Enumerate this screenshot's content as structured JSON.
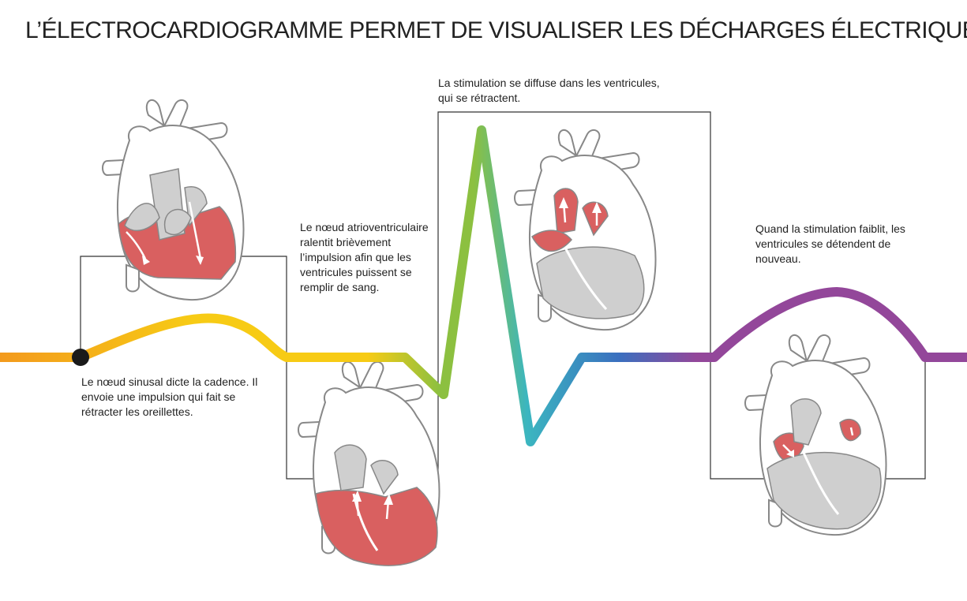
{
  "title": "L’ÉLECTROCARDIOGRAMME PERMET DE VISUALISER LES DÉCHARGES  ÉLECTRIQUES",
  "steps": [
    {
      "caption": "Le nœud sinusal dicte la cadence. Il envoie une impulsion qui fait se rétracter les oreillettes."
    },
    {
      "caption": "Le nœud atrioventriculaire ralentit brièvement l’impulsion afin que les ventricules puissent se remplir de sang."
    },
    {
      "caption": "La stimulation se diffuse dans les ventricules, qui se rétractent."
    },
    {
      "caption": "Quand la stimulation faiblit, les ventricules se détendent de nouveau."
    }
  ],
  "colors": {
    "background": "#ffffff",
    "text": "#222222",
    "frame": "#333333",
    "heart_outline": "#888888",
    "heart_fill": "#ffffff",
    "chamber_gray": "#cfcfcf",
    "blood_red": "#d96060",
    "p_wave_orange": "#f39a1d",
    "p_wave_yellow": "#f7cb15",
    "pr_green": "#8cc040",
    "qrs_teal": "#3bb6c0",
    "qrs_blue": "#3a6fbf",
    "t_wave_purple": "#93479a",
    "sa_node_dot": "#1a1a1a"
  },
  "icons": [
    "heart-atria-contracting-icon",
    "heart-ventricles-filling-icon",
    "heart-ventricles-contracting-icon",
    "heart-ventricles-relaxing-icon"
  ]
}
